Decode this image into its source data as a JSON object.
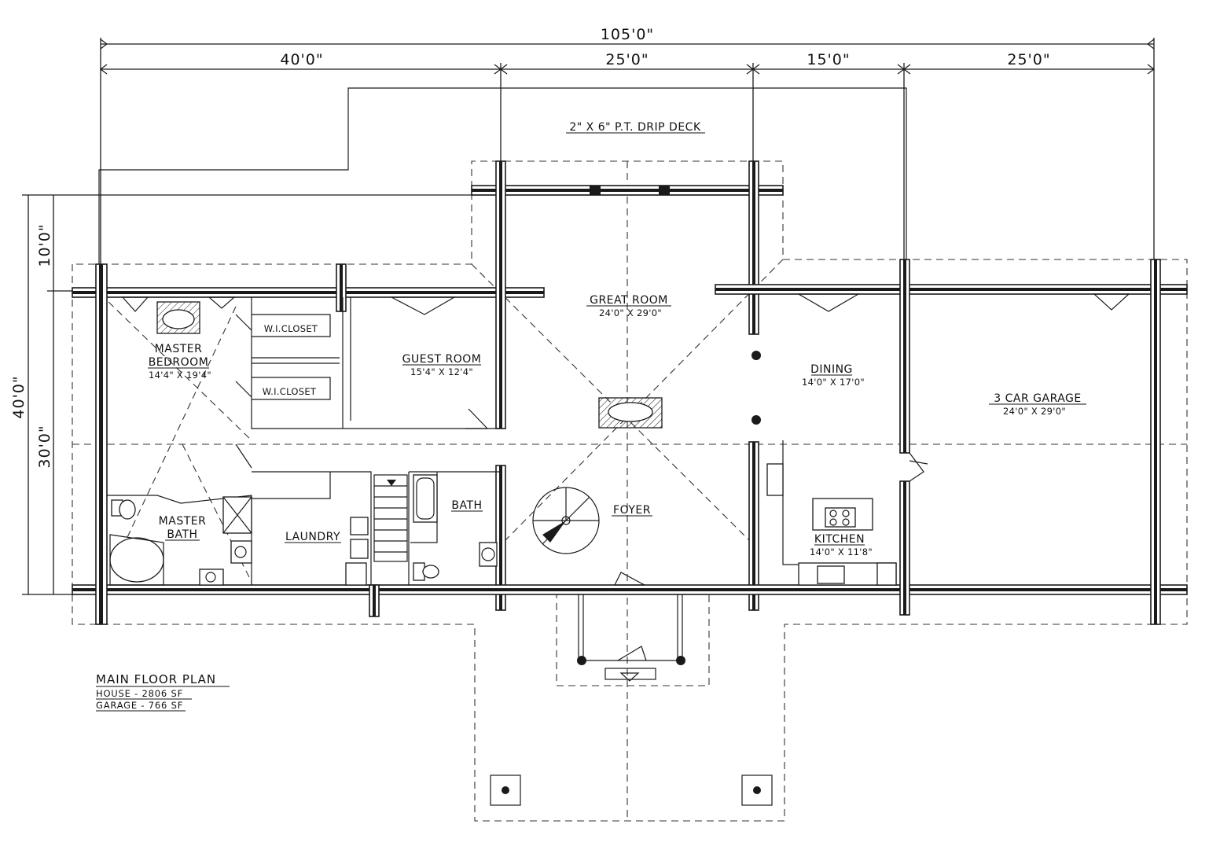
{
  "dimensions": {
    "overall": "105'0\"",
    "segments": [
      "40'0\"",
      "25'0\"",
      "15'0\"",
      "25'0\""
    ],
    "vertical_total": "40'0\"",
    "vertical_upper": "10'0\"",
    "vertical_lower": "30'0\""
  },
  "deck_label": "2\" X 6\" P.T. DRIP DECK",
  "rooms": {
    "master_bedroom": {
      "name_line1": "MASTER",
      "name_line2": "BEDROOM",
      "size": "14'4\" X 19'4\""
    },
    "wi_closet_1": {
      "name": "W.I.CLOSET"
    },
    "wi_closet_2": {
      "name": "W.I.CLOSET"
    },
    "guest_room": {
      "name": "GUEST ROOM",
      "size": "15'4\" X 12'4\""
    },
    "great_room": {
      "name": "GREAT ROOM",
      "size": "24'0\" X 29'0\""
    },
    "dining": {
      "name": "DINING",
      "size": "14'0\" X 17'0\""
    },
    "garage": {
      "name": "3 CAR GARAGE",
      "size": "24'0\" X 29'0\""
    },
    "master_bath": {
      "name_line1": "MASTER",
      "name_line2": "BATH"
    },
    "laundry": {
      "name": "LAUNDRY"
    },
    "bath": {
      "name": "BATH"
    },
    "foyer": {
      "name": "FOYER"
    },
    "kitchen": {
      "name": "KITCHEN",
      "size": "14'0\" X 11'8\""
    }
  },
  "title_block": {
    "title": "MAIN FLOOR PLAN",
    "house": "HOUSE - 2806 SF",
    "garage": "GARAGE - 766 SF"
  }
}
